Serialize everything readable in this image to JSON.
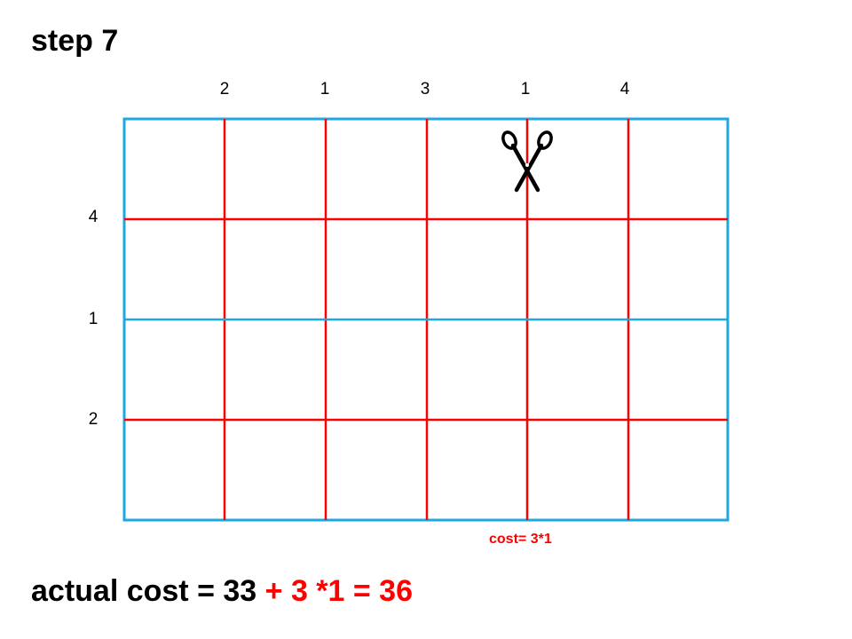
{
  "title": "step 7",
  "top_labels": [
    "2",
    "1",
    "3",
    "1",
    "4"
  ],
  "left_labels": [
    "4",
    "1",
    "2"
  ],
  "colors": {
    "outline": "#1ea7e1",
    "cut": "#ff0000",
    "uncut_inner": "#1ea7e1",
    "text": "#000000",
    "highlight": "#ff0000"
  },
  "vertical_lines_cut": [
    true,
    true,
    true,
    true,
    true
  ],
  "horizontal_lines_cut": [
    true,
    false,
    true
  ],
  "scissors_icon": "scissors-icon",
  "cost_note": "cost= 3*1",
  "total": {
    "prefix": "actual cost = 33",
    "suffix": "+ 3 *1 = 36"
  }
}
